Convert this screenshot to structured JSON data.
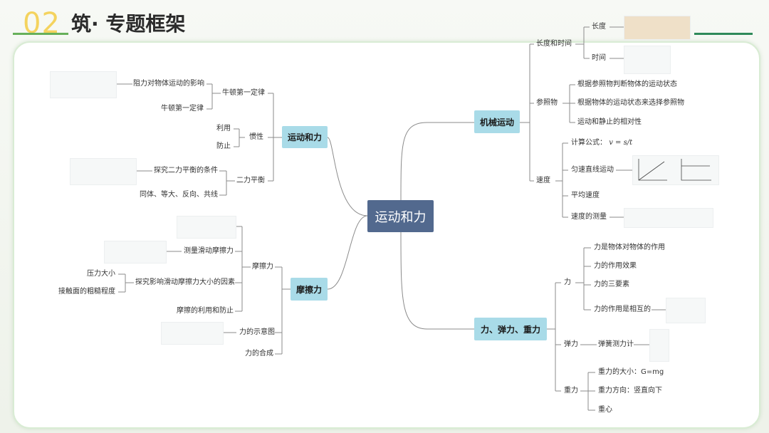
{
  "header": {
    "number": "02",
    "title": "筑· 专题框架"
  },
  "center": "运动和力",
  "branches": {
    "motion_force": {
      "label": "运动和力",
      "newton_law": "牛顿第一定律",
      "resistance": "阻力对物体运动的影响",
      "newton_law2": "牛顿第一定律",
      "inertia": "惯性",
      "use": "利用",
      "prevent": "防止",
      "balance": "二力平衡",
      "balance_cond": "探究二力平衡的条件",
      "balance_rule": "同体、等大、反向、共线"
    },
    "friction": {
      "label": "摩擦力",
      "friction_node": "摩擦力",
      "measure": "测量滑动摩擦力",
      "factors": "探究影响滑动摩擦力大小的因素",
      "pressure": "压力大小",
      "roughness": "接触面的粗糙程度",
      "use_prevent": "摩擦的利用和防止",
      "diagram": "力的示意图",
      "composition": "力的合成"
    },
    "mechanical": {
      "label": "机械运动",
      "length_time": "长度和时间",
      "length": "长度",
      "time": "时间",
      "reference": "参照物",
      "ref1": "根据参照物判断物体的运动状态",
      "ref2": "根据物体的运动状态来选择参照物",
      "ref3": "运动和静止的相对性",
      "speed": "速度",
      "formula": "计算公式：",
      "formula_math": "v = s/t",
      "uniform": "匀速直线运动",
      "avg": "平均速度",
      "measure_speed": "速度的测量"
    },
    "force": {
      "label": "力、弹力、重力",
      "force_node": "力",
      "f1": "力是物体对物体的作用",
      "f2": "力的作用效果",
      "f3": "力的三要素",
      "f4": "力的作用是相互的",
      "elastic": "弹力",
      "spring": "弹簧测力计",
      "gravity": "重力",
      "g1": "重力的大小：G=mg",
      "g2": "重力方向：竖直向下",
      "g3": "重心"
    }
  },
  "colors": {
    "box": "#a9dbe8",
    "center": "#52698e",
    "line": "#8b8b8b",
    "accent_green": "#67b05a",
    "accent_yellow": "#f4d35e"
  }
}
